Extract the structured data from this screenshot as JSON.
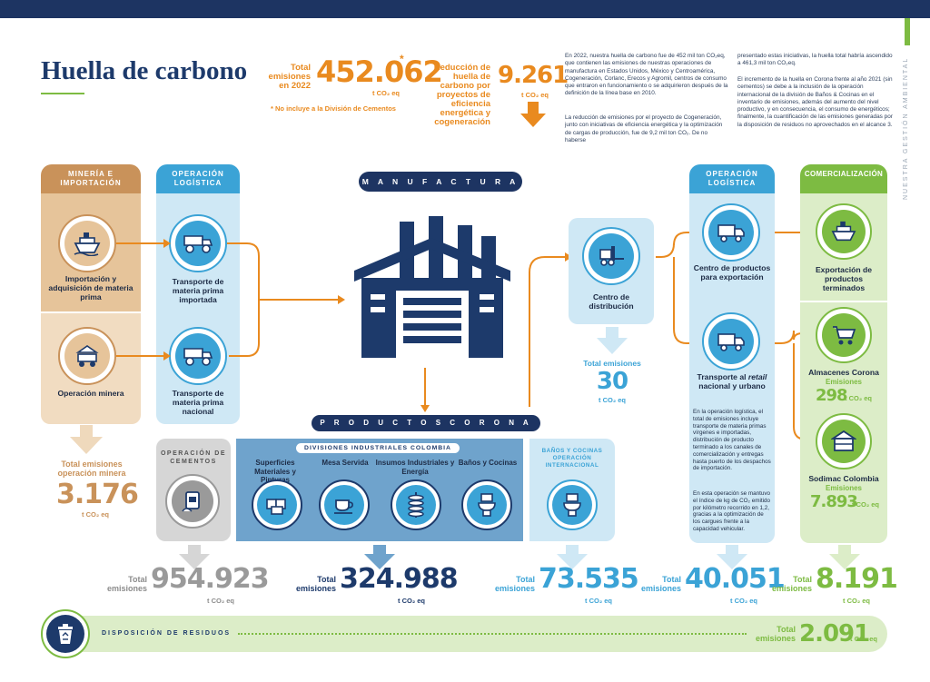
{
  "header": {
    "title": "Huella de carbono",
    "side_text": "NUESTRA GESTIÓN AMBIENTAL"
  },
  "kpis": {
    "total_label": "Total emisiones en 2022",
    "total_value": "452.062",
    "total_asterisk": "*",
    "total_unit": "t CO₂ eq",
    "footnote": "* No incluye a la División de Cementos",
    "reduction_label": "Reducción de huella de carbono por proyectos de eficiencia energética y cogeneración",
    "reduction_value": "9.261",
    "reduction_unit": "t CO₂ eq"
  },
  "text": {
    "col1_p1": "En 2022, nuestra huella de carbono fue de 452 mil ton CO₂eq, que contienen las emisiones de nuestras operaciones de manufactura en Estados Unidos, México y Centroamérica, Cogeneración, Corlanc, Erecos y Agromil, centros de consumo que entraron en funcionamiento o se adquirieron después de la definición de la línea base en 2010.",
    "col1_p2": "La reducción de emisiones por el proyecto de Cogeneración, junto con iniciativas de eficiencia energética y la optimización de cargas de producción, fue de 9,2 mil ton CO₂. De no haberse",
    "col2_p1": "presentado estas iniciativas, la huella total habría ascendido a 461,3 mil ton CO₂eq.",
    "col2_p2": "El incremento de la huella en Corona frente al año 2021 (sin cementos) se debe a la inclusión de la operación internacional de la división de Baños & Cocinas en el inventario de emisiones, además del aumento del nivel productivo, y en consecuencia, el consumo de energéticos; finalmente, la cuantificación de las emisiones generadas por la disposición de residuos no aprovechados en el alcance 3."
  },
  "mineria": {
    "header": "MINERÍA E IMPORTACIÓN",
    "import_label": "Importación y adquisición de materia prima",
    "mine_label": "Operación minera",
    "total_label": "Total emisiones operación minera",
    "total_value": "3.176",
    "unit": "t CO₂ eq"
  },
  "logistica_in": {
    "header": "OPERACIÓN LOGÍSTICA",
    "t1_label": "Transporte de materia prima importada",
    "t2_label": "Transporte de materia prima nacional"
  },
  "manufactura": {
    "header": "M A N U F A C T U R A",
    "productos_header": "P R O D U C T O S   C O R O N A"
  },
  "distribucion": {
    "label": "Centro de distribución",
    "total_label": "Total emisiones",
    "total_value": "30",
    "unit": "t CO₂ eq"
  },
  "logistica_out": {
    "header": "OPERACIÓN LOGÍSTICA",
    "t1_label": "Centro de productos para exportación",
    "t2_label_a": "Transporte al ",
    "t2_label_b": "retail",
    "t2_label_c": " nacional y urbano",
    "note1": "En la operación logística, el total de emisiones incluye transporte de materia primas vírgenes e importadas, distribución de producto terminado a los canales de comercialización y entregas hasta puerto de los despachos de importación.",
    "note2": "En esta operación se mantuvo el índice de kg de CO₂ emitido por kilómetro recorrido en 1,2, gracias a la optimización de los cargues frente a la capacidad vehicular."
  },
  "comercializacion": {
    "header": "COMERCIALIZACIÓN",
    "export_label": "Exportación de productos terminados",
    "almacenes_label": "Almacenes Corona",
    "almacenes_emis": "Emisiones",
    "almacenes_value": "298",
    "sodimac_label": "Sodimac Colombia",
    "sodimac_emis": "Emisiones",
    "sodimac_value": "7.893",
    "unit": "t CO₂ eq"
  },
  "cementos": {
    "header": "OPERACIÓN DE CEMENTOS"
  },
  "divisiones": {
    "header": "DIVISIONES INDUSTRIALES COLOMBIA",
    "items": [
      {
        "label": "Superficies Materiales y Pinturas"
      },
      {
        "label": "Mesa Servida"
      },
      {
        "label": "Insumos Industriales y Energía"
      },
      {
        "label": "Baños y Cocinas"
      }
    ]
  },
  "internacional": {
    "header": "BAÑOS Y COCINAS OPERACIÓN INTERNACIONAL"
  },
  "totals": [
    {
      "label": "Total emisiones",
      "value": "954.923",
      "unit": "t CO₂ eq"
    },
    {
      "label": "Total emisiones",
      "value": "324.988",
      "unit": "t CO₂ eq"
    },
    {
      "label": "Total emisiones",
      "value": "73.535",
      "unit": "t CO₂ eq"
    },
    {
      "label": "Total emisiones",
      "value": "40.051",
      "unit": "t CO₂ eq"
    },
    {
      "label": "Total emisiones",
      "value": "8.191",
      "unit": "t CO₂ eq"
    }
  ],
  "residuos": {
    "label": "DISPOSICIÓN DE RESIDUOS",
    "total_label": "Total emisiones",
    "total_value": "2.091",
    "unit": "t CO₂ eq"
  },
  "colors": {
    "navy": "#1d3462",
    "tan": "#c9925a",
    "tan_light": "#efd9bc",
    "blue": "#3ba3d6",
    "blue_light": "#cfe8f5",
    "green": "#7dbb42",
    "green_light": "#dcedc8",
    "orange": "#e98a1f",
    "gray": "#d3d3d3"
  }
}
